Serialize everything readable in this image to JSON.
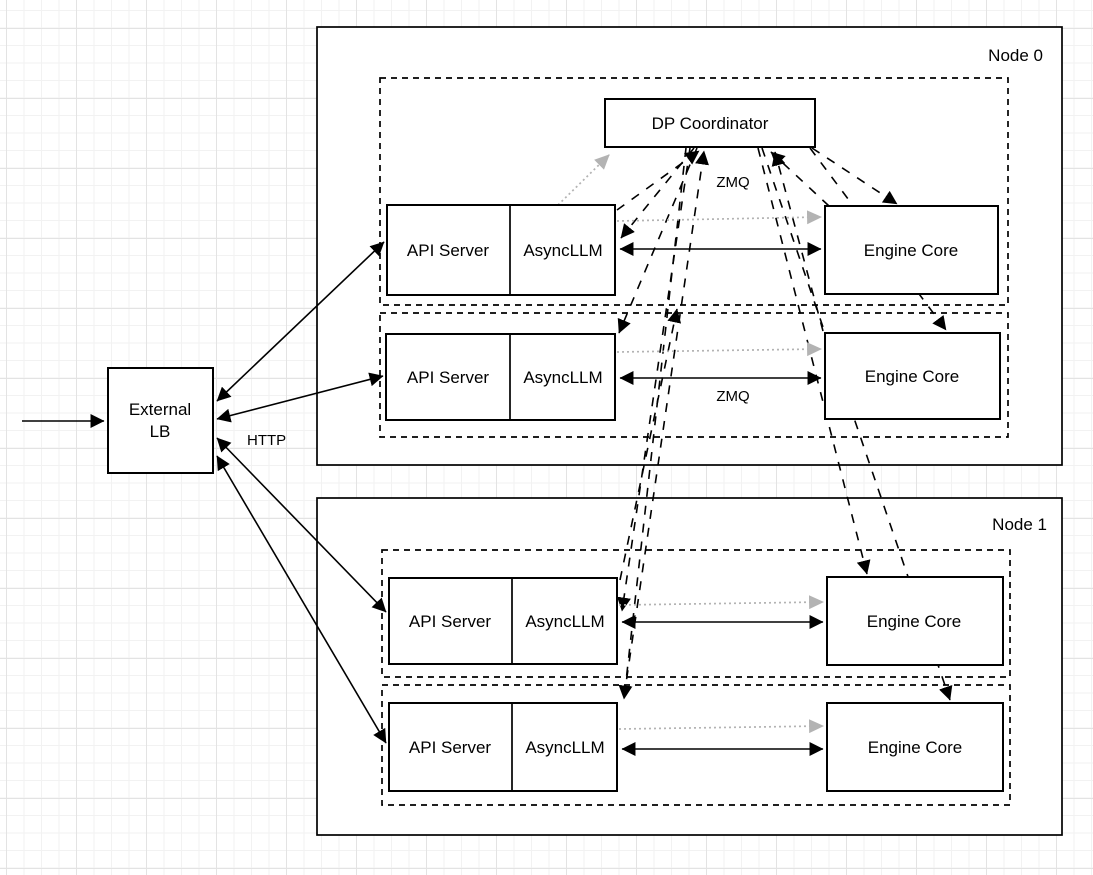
{
  "diagram": {
    "node0": {
      "label": "Node 0"
    },
    "node1": {
      "label": "Node 1"
    },
    "external_lb": {
      "line1": "External",
      "line2": "LB"
    },
    "coordinator": {
      "label": "DP Coordinator"
    },
    "edge_labels": {
      "http": "HTTP",
      "zmq_top": "ZMQ",
      "zmq_bottom": "ZMQ"
    },
    "replicas": [
      {
        "api_server": "API Server",
        "async_llm": "AsyncLLM",
        "engine_core": "Engine Core"
      },
      {
        "api_server": "API Server",
        "async_llm": "AsyncLLM",
        "engine_core": "Engine Core"
      },
      {
        "api_server": "API Server",
        "async_llm": "AsyncLLM",
        "engine_core": "Engine Core"
      },
      {
        "api_server": "API Server",
        "async_llm": "AsyncLLM",
        "engine_core": "Engine Core"
      }
    ],
    "colors": {
      "line": "#000000",
      "secondary_arrow": "#b3b3b3",
      "box_fill": "#ffffff"
    }
  }
}
